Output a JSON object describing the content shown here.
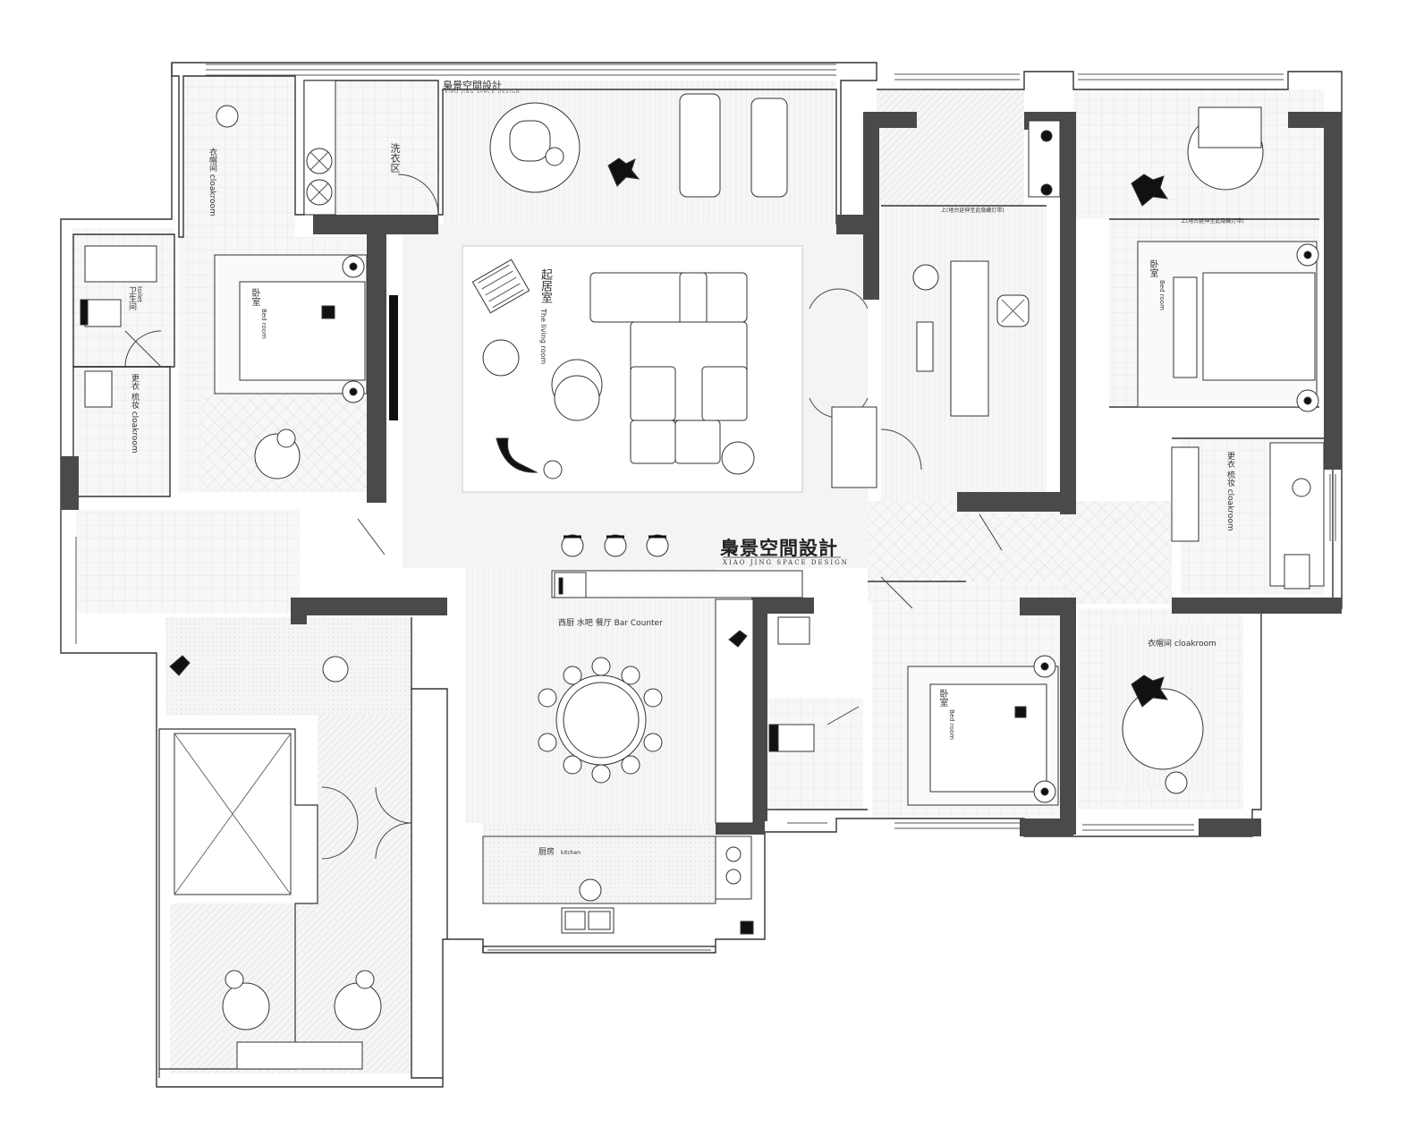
{
  "brand": {
    "name": "梟景空間設計",
    "tagline": "XIAO JING SPACE DESIGN"
  },
  "labels": {
    "living": "起居室",
    "living_en": "The living room",
    "laundry": "洗衣区",
    "cloak_top": "衣帽间 cloakroom",
    "bath": "卫生间",
    "bath_en": "toilet",
    "change_left": "更衣 梳妆 cloakroom",
    "bed_left": "卧室",
    "bed_left_en": "Bed room",
    "bed_right": "卧室",
    "bed_right_en": "Bed room",
    "bed_mid": "卧室",
    "bed_mid_en": "Bed room",
    "change_right": "更衣 梳妆 cloakroom",
    "cloak_right": "衣帽间 cloakroom",
    "bar": "西厨 水吧  餐厅 Bar Counter",
    "kitchen": "厨房",
    "kitchen_en": "kitchen",
    "up_mid": "上(地台延伸至此隐藏灯带)",
    "up_right": "上(地台延伸至此隐藏灯带)"
  },
  "colors": {
    "wall": "#4a4a4a",
    "line": "#555555",
    "fill": "#f3f3f3"
  }
}
